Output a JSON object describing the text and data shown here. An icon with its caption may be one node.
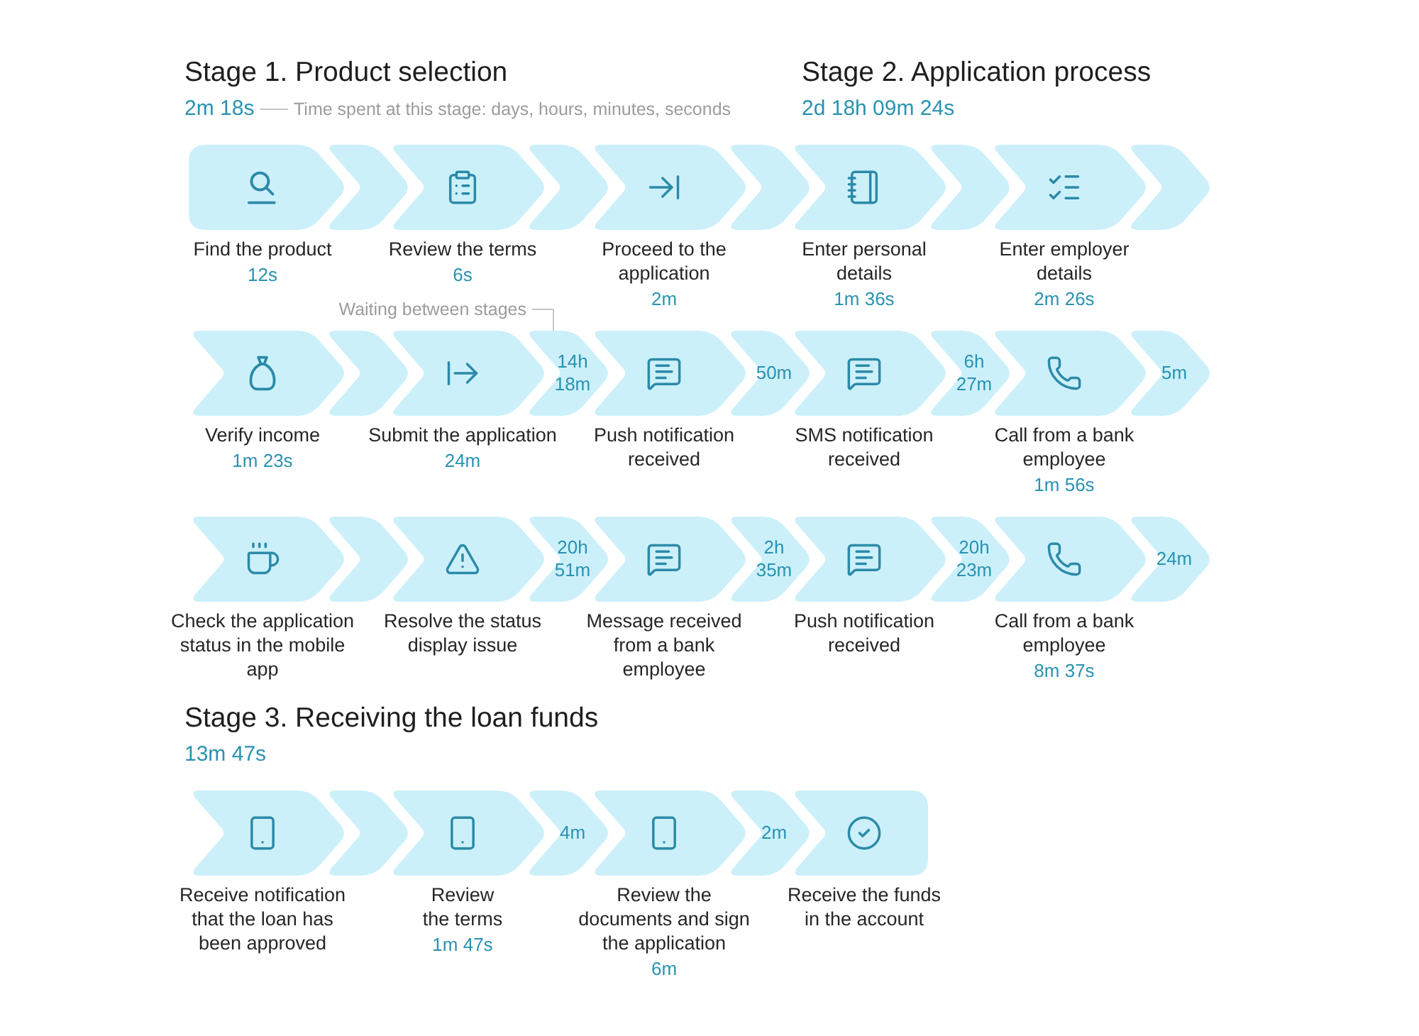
{
  "diagram": {
    "nodes": [
      {
        "text": [
          "2m 18s"
        ]
      },
      {
        "text": [
          "Time spent at this stage: days, hours, minutes, seconds"
        ]
      },
      {
        "text": [
          "Find the product",
          "12s"
        ]
      },
      {
        "text": [],
        "shape": "chevron"
      },
      {
        "text": [
          "Review the terms",
          "6s"
        ]
      },
      {
        "text": [],
        "shape": "chevron"
      },
      {
        "text": [
          "Proceed to the application",
          "2m"
        ]
      },
      {
        "text": [],
        "shape": "chevron"
      },
      {
        "text": [
          "Enter personal details",
          "1m 36s"
        ]
      },
      {
        "text": [],
        "shape": "chevron"
      },
      {
        "text": [
          "Enter employer details",
          "2m 26s"
        ]
      },
      {
        "text": [],
        "shape": "chevron"
      },
      {
        "text": [
          "Waiting between stages"
        ]
      },
      {
        "text": [
          "Verify income",
          "1m 23s"
        ]
      },
      {
        "text": [],
        "shape": "chevron"
      },
      {
        "text": [
          "Submit the application",
          "24m"
        ]
      },
      {
        "text": [
          "14h 18m"
        ]
      },
      {
        "text": [
          "Push notification received"
        ]
      },
      {
        "text": [
          "50m"
        ]
      },
      {
        "text": [
          "SMS notification received"
        ]
      },
      {
        "text": [
          "6h 27m"
        ]
      },
      {
        "text": [
          "Call from a bank employee",
          "1m 56s"
        ]
      },
      {
        "text": [
          "5m"
        ]
      },
      {
        "text": [
          "Check the application status in the mobile app"
        ]
      },
      {
        "text": [],
        "shape": "chevron"
      },
      {
        "text": [
          "Resolve the status display issue"
        ]
      },
      {
        "text": [
          "20h 51m"
        ]
      },
      {
        "text": [
          "Message received from a bank employee"
        ]
      },
      {
        "text": [
          "2h 35m"
        ]
      },
      {
        "text": [
          "Push notification received"
        ]
      },
      {
        "text": [
          "20h 23m"
        ]
      },
      {
        "text": [
          "Call from a bank employee",
          "8m 37s"
        ]
      },
      {
        "text": [
          "24m"
        ]
      },
      {
        "text": [
          "Receive notification that the loan has been approved"
        ]
      },
      {
        "text": [],
        "shape": "chevron"
      },
      {
        "text": [
          "Review the terms",
          "1m 47s"
        ]
      },
      {
        "text": [
          "4m"
        ]
      },
      {
        "text": [
          "Review the documents and sign the application",
          "6m"
        ]
      },
      {
        "text": [
          "2m"
        ]
      },
      {
        "text": [
          "Receive the funds in the account"
        ]
      }
    ],
    "edges": [
      {
        "from": 1,
        "to": 0,
        "arrow": "none"
      },
      {
        "from": 12,
        "to": 16,
        "arrow": "none"
      }
    ],
    "labels": [
      "Stage 1. Product selection",
      "Stage 2. Application process",
      "2d 18h 09m 24s",
      "Stage 3. Receiving the loan funds",
      "13m 47s"
    ]
  }
}
